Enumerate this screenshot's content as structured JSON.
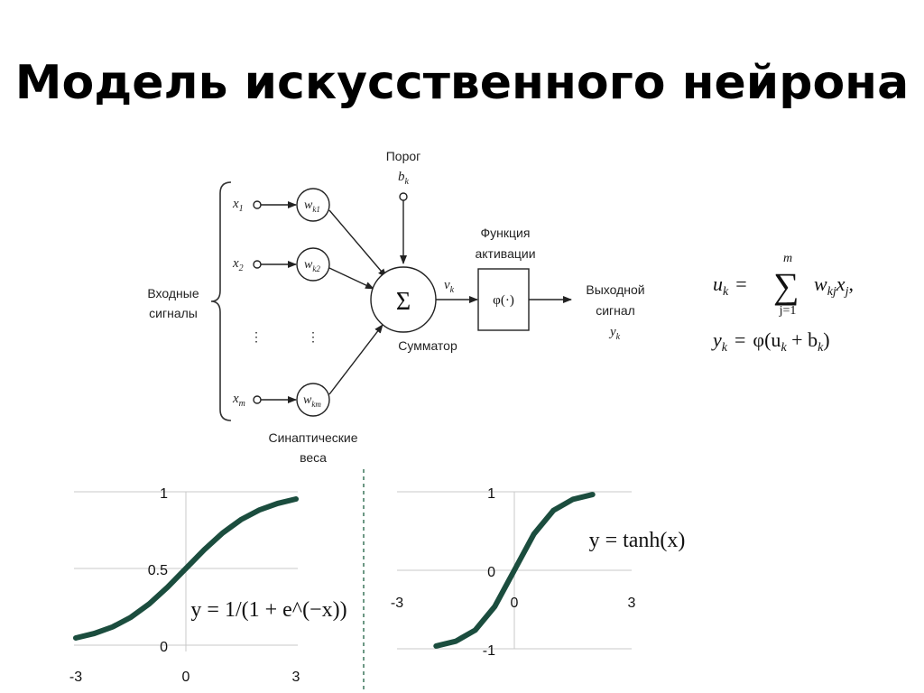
{
  "title": "Модель искусственного нейрона",
  "diagram": {
    "inputs_label": [
      "Входные",
      "сигналы"
    ],
    "inputs": [
      {
        "sym": "x",
        "sub": "1",
        "weight": "w",
        "wsub": "k1"
      },
      {
        "sym": "x",
        "sub": "2",
        "weight": "w",
        "wsub": "k2"
      },
      {
        "sym": "x",
        "sub": "m",
        "weight": "w",
        "wsub": "km"
      }
    ],
    "dots": "⋮",
    "threshold_label": "Порог",
    "threshold_sym": "b",
    "threshold_sub": "k",
    "sum_symbol": "Σ",
    "sum_label": "Сумматор",
    "v_sym": "v",
    "v_sub": "k",
    "activation_label": [
      "Функция",
      "активации"
    ],
    "activation_box": "φ(·)",
    "output_label": [
      "Выходной",
      "сигнал"
    ],
    "output_sym": "y",
    "output_sub": "k",
    "weights_label": [
      "Синаптические",
      "веса"
    ]
  },
  "formulas": {
    "f1_lhs": "u",
    "f1_lhs_sub": "k",
    "eq": "=",
    "sum": "∑",
    "upper": "m",
    "lower": "j=1",
    "f1_rhs": "w",
    "f1_rhs_sub": "kj",
    "f1_x": "x",
    "f1_x_sub": "j",
    "f1_comma": ",",
    "f2_lhs": "y",
    "f2_lhs_sub": "k",
    "f2_rhs_open": "φ(u",
    "f2_rhs_sub1": "k",
    "f2_plus": " + b",
    "f2_rhs_sub2": "k",
    "f2_close": ")"
  },
  "chart_data": [
    {
      "type": "line",
      "series": [
        {
          "x": [
            -3,
            -2.5,
            -2,
            -1.5,
            -1,
            -0.5,
            0,
            0.5,
            1,
            1.5,
            2,
            2.5,
            3
          ],
          "y": [
            0.047,
            0.076,
            0.119,
            0.182,
            0.269,
            0.378,
            0.5,
            0.622,
            0.731,
            0.818,
            0.881,
            0.924,
            0.953
          ]
        }
      ],
      "xlim": [
        -3,
        3
      ],
      "ylim": [
        0,
        1
      ],
      "x_ticks": [
        "-3",
        "0",
        "3"
      ],
      "y_ticks": [
        "0",
        "0.5",
        "1"
      ],
      "annotation": "y = 1/(1 + e^(−x))",
      "line_color": "#1b4d3e",
      "grid": true
    },
    {
      "type": "line",
      "series": [
        {
          "x": [
            -2,
            -1.5,
            -1,
            -0.5,
            0,
            0.5,
            1,
            1.5,
            2
          ],
          "y": [
            -0.964,
            -0.905,
            -0.762,
            -0.462,
            0,
            0.462,
            0.762,
            0.905,
            0.964
          ]
        }
      ],
      "xlim": [
        -3,
        3
      ],
      "ylim": [
        -1,
        1
      ],
      "x_ticks": [
        "-3",
        "0",
        "3"
      ],
      "y_ticks": [
        "-1",
        "0",
        "1"
      ],
      "annotation": "y = tanh(x)",
      "line_color": "#1b4d3e",
      "grid": true
    }
  ]
}
